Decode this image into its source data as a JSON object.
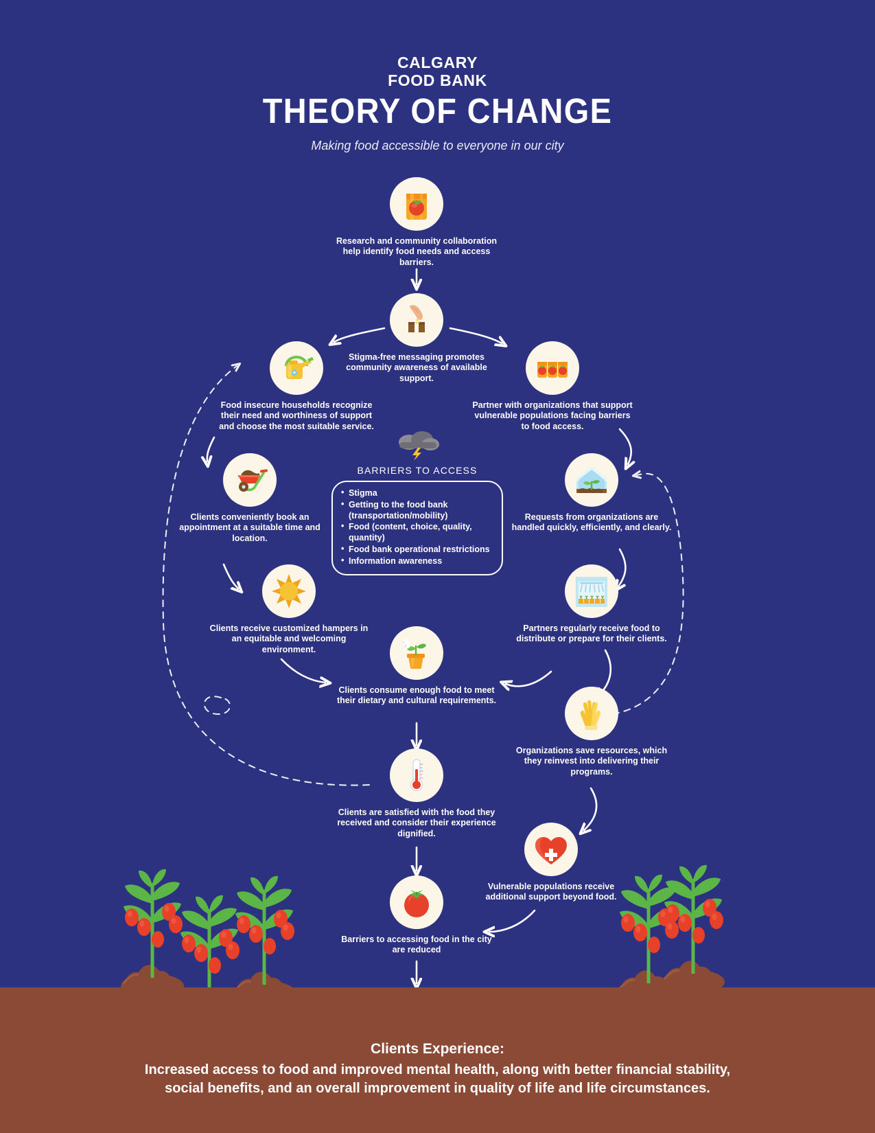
{
  "brand": {
    "line1": "CALGARY",
    "line2": "FOOD BANK"
  },
  "header": {
    "title": "THEORY OF CHANGE",
    "subtitle": "Making food accessible to everyone in our city"
  },
  "colors": {
    "background": "#2c3180",
    "ground": "#8a4a36",
    "bubble": "#fbf6e8",
    "text": "#ffffff",
    "accent_yellow": "#f6c433",
    "accent_red": "#e8412a",
    "accent_green": "#6fc44a"
  },
  "nodes": [
    {
      "id": "research",
      "icon": "seed-packet-tomato-icon",
      "caption": "Research and community collaboration help identify food needs and access barriers."
    },
    {
      "id": "stigma-free",
      "icon": "hand-planting-seeds-icon",
      "caption": "Stigma-free messaging promotes community awareness of available support."
    },
    {
      "id": "households-recognize",
      "icon": "watering-can-icon",
      "caption": "Food insecure households recognize their need and worthiness of support and choose the most suitable service."
    },
    {
      "id": "partner-orgs",
      "icon": "three-seed-packets-icon",
      "caption": "Partner with organizations that support vulnerable populations facing barriers to food access."
    },
    {
      "id": "book-appointment",
      "icon": "wheelbarrow-icon",
      "caption": "Clients conveniently book an appointment at a suitable time and location."
    },
    {
      "id": "requests-handled",
      "icon": "greenhouse-seedling-icon",
      "caption": "Requests from organizations are handled quickly, efficiently, and clearly."
    },
    {
      "id": "customized-hampers",
      "icon": "sun-icon",
      "caption": "Clients receive customized hampers in an equitable and welcoming environment."
    },
    {
      "id": "partners-receive-food",
      "icon": "greenhouse-irrigation-icon",
      "caption": "Partners regularly receive food to distribute or prepare for their clients."
    },
    {
      "id": "clients-consume",
      "icon": "potted-seedling-icon",
      "caption": "Clients consume enough food to meet their dietary and cultural requirements."
    },
    {
      "id": "orgs-save-resources",
      "icon": "gardening-gloves-icon",
      "caption": "Organizations save resources, which they reinvest into delivering their programs."
    },
    {
      "id": "clients-satisfied",
      "icon": "thermometer-icon",
      "caption": "Clients are satisfied with the food they received and consider their experience dignified."
    },
    {
      "id": "additional-support",
      "icon": "heart-first-aid-icon",
      "caption": "Vulnerable populations receive additional support beyond food."
    },
    {
      "id": "barriers-reduced",
      "icon": "tomato-icon",
      "caption": "Barriers to accessing food in the city are reduced"
    }
  ],
  "barriers": {
    "icon": "storm-cloud-lightning-icon",
    "title": "BARRIERS TO ACCESS",
    "items": [
      "Stigma",
      "Getting to the food bank (transportation/mobility)",
      "Food (content, choice, quality, quantity)",
      "Food bank operational restrictions",
      "Information awareness"
    ]
  },
  "footer": {
    "title": "Clients Experience:",
    "line1": "Increased access to food and improved mental health, along with better financial stability,",
    "line2": "social benefits, and an overall improvement in quality of life and life circumstances."
  }
}
